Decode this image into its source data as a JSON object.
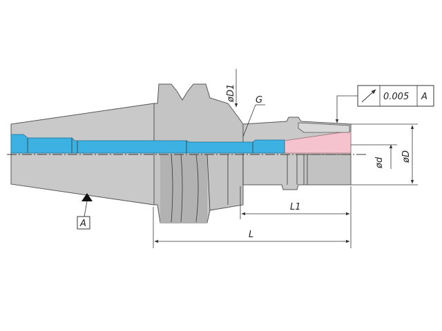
{
  "labels": {
    "diameter_d1": "øD1",
    "thread_g": "G",
    "length_l1": "L1",
    "length_l": "L",
    "diameter_small_d": "ød",
    "diameter_large_d": "øD",
    "datum_a": "A"
  },
  "tolerance_frame": {
    "symbol": "circular-runout-icon",
    "value": "0.005",
    "datum": "A"
  },
  "colors": {
    "body": "#c8c8c8",
    "body_dark": "#a9a9a9",
    "bore": "#3bb0e0",
    "collet": "#f2c3cc",
    "line": "#333333"
  }
}
